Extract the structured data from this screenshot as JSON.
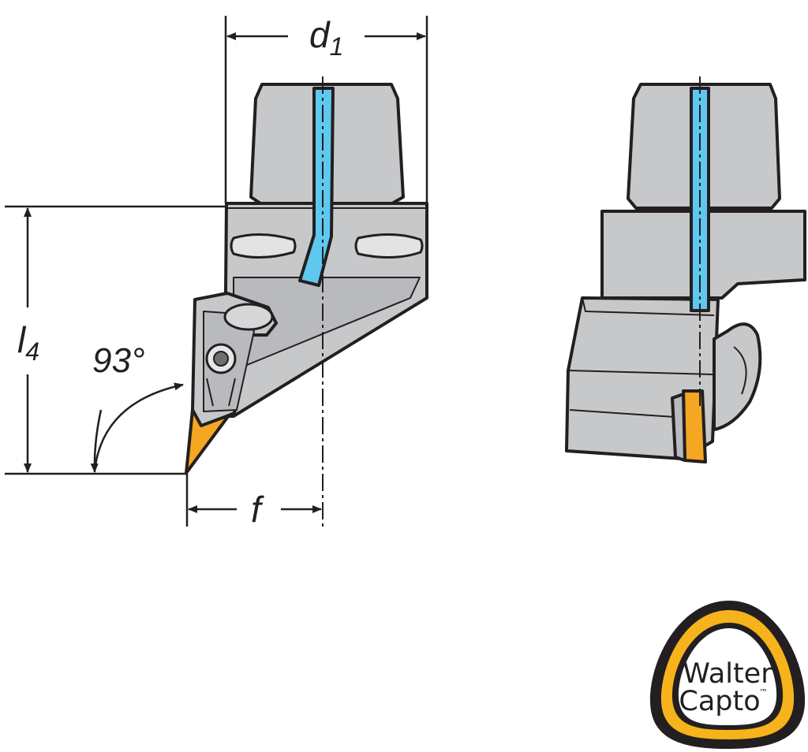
{
  "dimensions": {
    "d1_letter": "d",
    "d1_sub": "1",
    "l4_letter": "l",
    "l4_sub": "4",
    "f_label": "f",
    "angle_label": "93°"
  },
  "logo": {
    "line1": "Walter",
    "line2": "Capto",
    "trademark": "™"
  },
  "colors": {
    "body": "#c7c8ca",
    "outline": "#231f20",
    "coolant": "#5fc8ef",
    "insert": "#f5a623",
    "logo_ring": "#f6b31b"
  }
}
